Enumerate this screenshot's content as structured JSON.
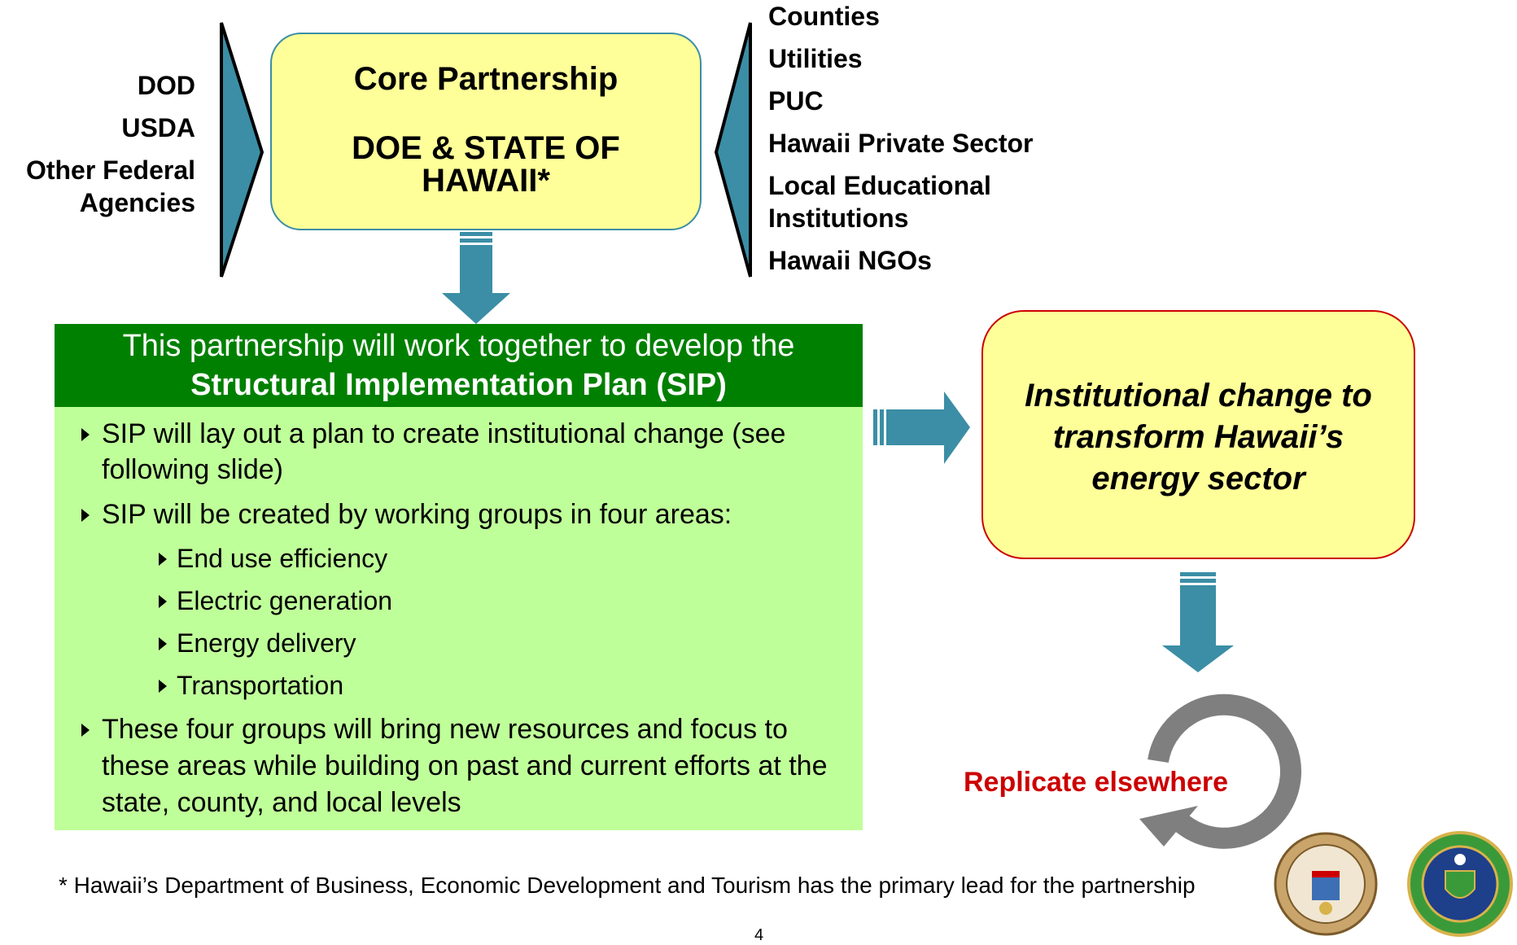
{
  "left_partners": [
    "DOD",
    "USDA",
    "Other Federal",
    "Agencies"
  ],
  "core": {
    "title": "Core Partnership",
    "subtitle": "DOE & STATE OF HAWAII*"
  },
  "right_partners": [
    "Counties",
    "Utilities",
    "PUC",
    "Hawaii Private Sector",
    "Local Educational",
    "Institutions",
    "Hawaii NGOs"
  ],
  "sip": {
    "header_line1": "This partnership will work together to develop the",
    "header_line2": "Structural Implementation Plan (SIP)",
    "bullet1": "SIP will lay out a plan to create institutional change (see following slide)",
    "bullet2": "SIP will be created by working groups in four areas:",
    "subs": [
      "End use efficiency",
      "Electric generation",
      "Energy delivery",
      "Transportation"
    ],
    "bullet3": "These four groups will bring new resources and focus to these areas while building on past and current efforts at the state, county, and local levels"
  },
  "outcome": {
    "text": "Institutional change to transform Hawaii’s energy sector"
  },
  "replicate": "Replicate elsewhere",
  "footnote": "* Hawaii’s Department of Business, Economic Development and Tourism has the primary lead for the partnership",
  "page_number": "4",
  "colors": {
    "teal": "#3b8ea5",
    "green": "#008000",
    "light_green": "#bfff99",
    "yellow": "#ffff99",
    "red": "#cc0000",
    "gray": "#7f7f7f"
  },
  "seals": [
    "state-of-hawaii-seal",
    "department-of-energy-seal"
  ]
}
